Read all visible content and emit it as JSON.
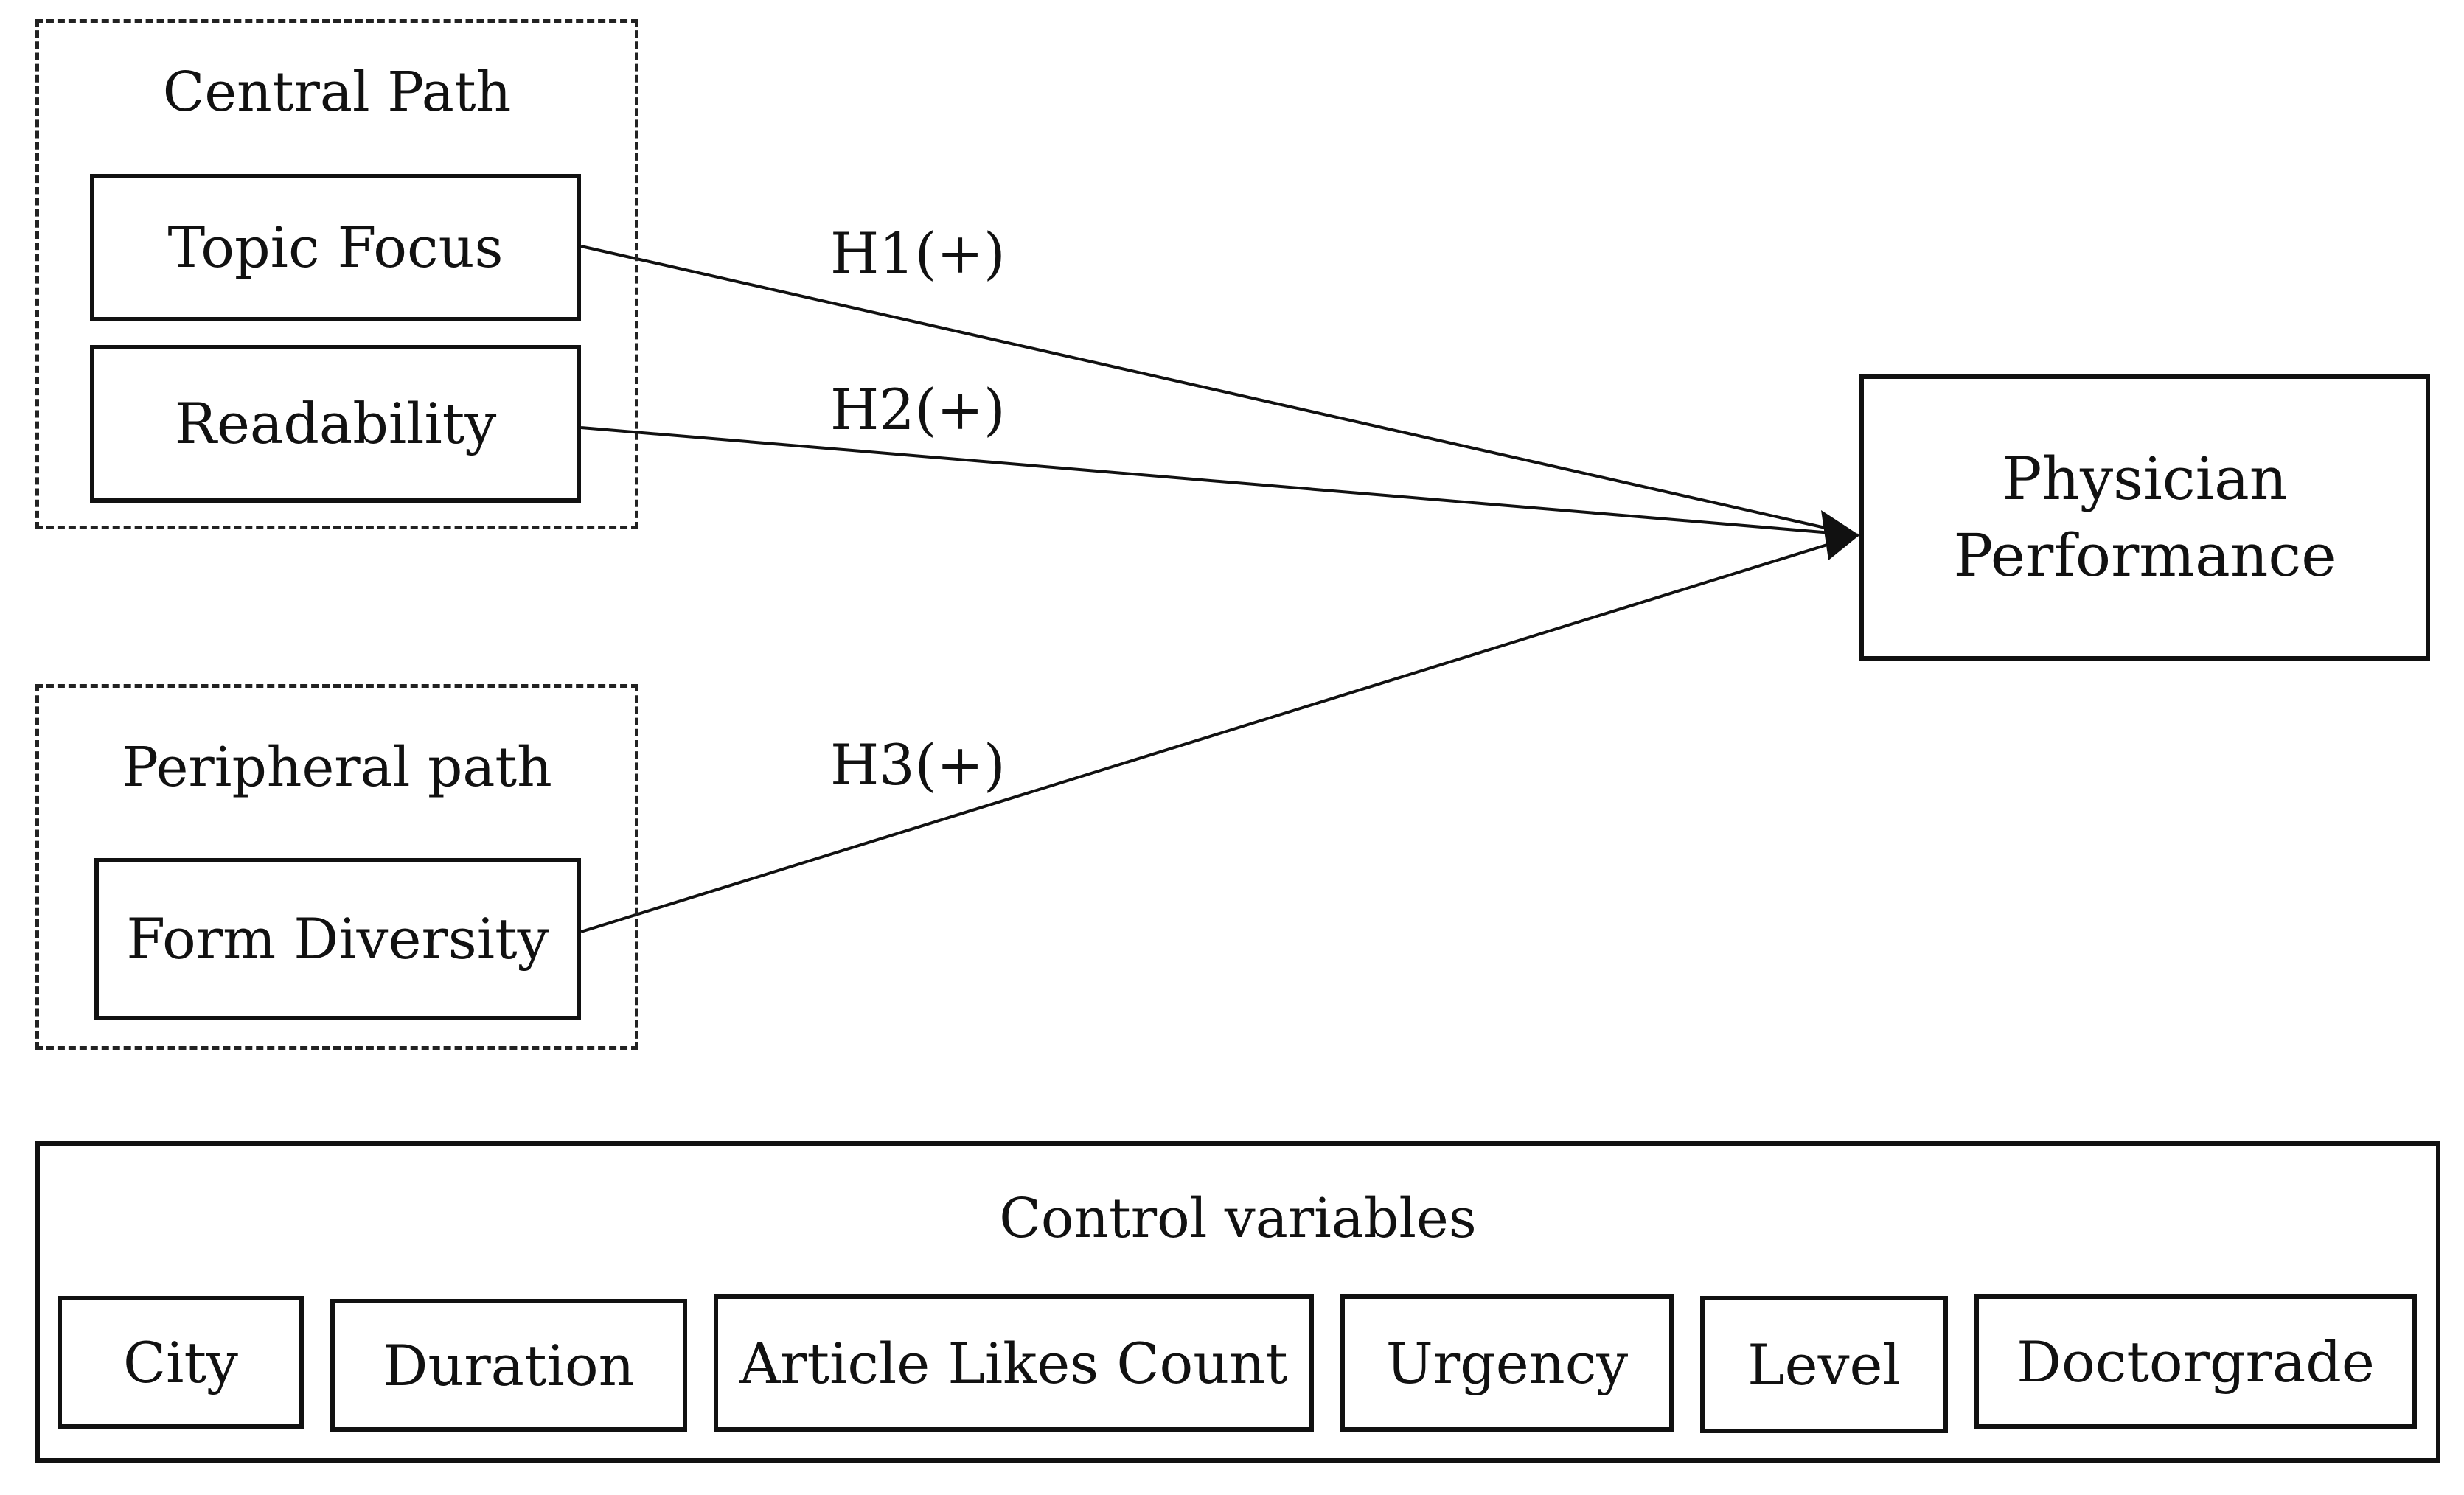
{
  "central_path": {
    "title": "Central Path",
    "topic_focus": "Topic Focus",
    "readability": "Readability"
  },
  "peripheral_path": {
    "title": "Peripheral path",
    "form_diversity": "Form Diversity"
  },
  "outcome": {
    "line1": "Physician",
    "line2": "Performance"
  },
  "hypotheses": {
    "h1": "H1(+)",
    "h2": "H2(+)",
    "h3": "H3(+)"
  },
  "controls": {
    "title": "Control variables",
    "items": [
      "City",
      "Duration",
      "Article Likes Count",
      "Urgency",
      "Level",
      "Doctorgrade"
    ]
  },
  "colors": {
    "line": "#111111",
    "background": "#ffffff"
  }
}
